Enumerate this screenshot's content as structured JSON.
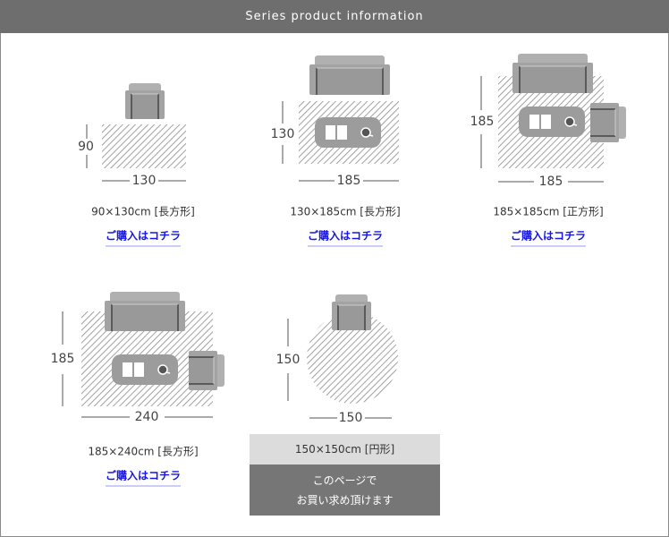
{
  "header": {
    "title": "Series product information"
  },
  "colors": {
    "header_bg": "#6e6e6e",
    "link": "#1515e6",
    "furniture": "#a3a3a3"
  },
  "items": [
    {
      "dim_w": "130",
      "dim_h": "90",
      "label": "90×130cm [長方形]",
      "link": "ご購入はコチラ"
    },
    {
      "dim_w": "185",
      "dim_h": "130",
      "label": "130×185cm [長方形]",
      "link": "ご購入はコチラ"
    },
    {
      "dim_w": "185",
      "dim_h": "185",
      "label": "185×185cm [正方形]",
      "link": "ご購入はコチラ"
    },
    {
      "dim_w": "240",
      "dim_h": "185",
      "label": "185×240cm [長方形]",
      "link": "ご購入はコチラ"
    },
    {
      "dim_w": "150",
      "dim_h": "150",
      "label": "150×150cm [円形]",
      "note_line1": "このページで",
      "note_line2": "お買い求め頂けます"
    }
  ]
}
